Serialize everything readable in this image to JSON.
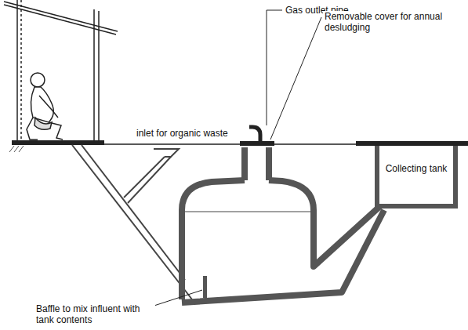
{
  "diagram": {
    "nodes": [
      {
        "text": [
          "Collecting tank"
        ]
      }
    ],
    "labels": [
      "Gas outlet pipe",
      "Removable cover for annual desludging",
      "inlet for organic waste",
      "Baffle to mix influent with tank contents"
    ]
  }
}
